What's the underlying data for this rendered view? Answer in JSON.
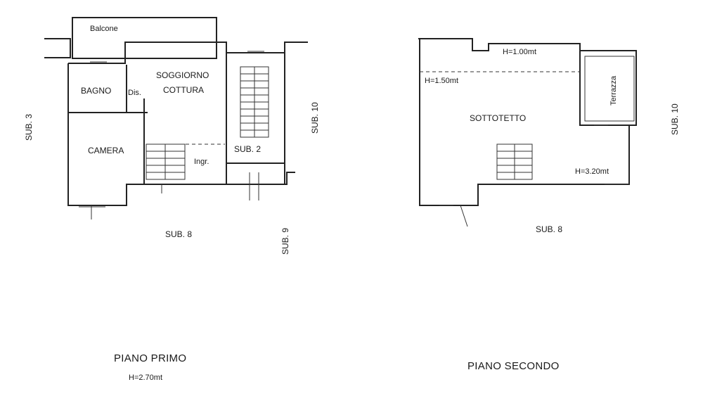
{
  "first_floor": {
    "title": "PIANO PRIMO",
    "height_note": "H=2.70mt",
    "rooms": {
      "balcony": "Balcone",
      "living": "SOGGIORNO",
      "kitchen": "COTTURA",
      "bathroom": "BAGNO",
      "hall": "Dis.",
      "bedroom": "CAMERA",
      "entry": "Ingr.",
      "sub2": "SUB. 2"
    },
    "neighbors": {
      "left": "SUB. 3",
      "right": "SUB. 10",
      "bottom": "SUB. 8",
      "bottom_right": "SUB. 9"
    }
  },
  "second_floor": {
    "title": "PIANO SECONDO",
    "rooms": {
      "attic": "SOTTOTETTO",
      "terrace": "Terrazza"
    },
    "heights": {
      "top": "H=1.00mt",
      "left": "H=1.50mt",
      "bottom_right": "H=3.20mt"
    },
    "neighbors": {
      "right": "SUB. 10",
      "bottom": "SUB. 8"
    }
  }
}
